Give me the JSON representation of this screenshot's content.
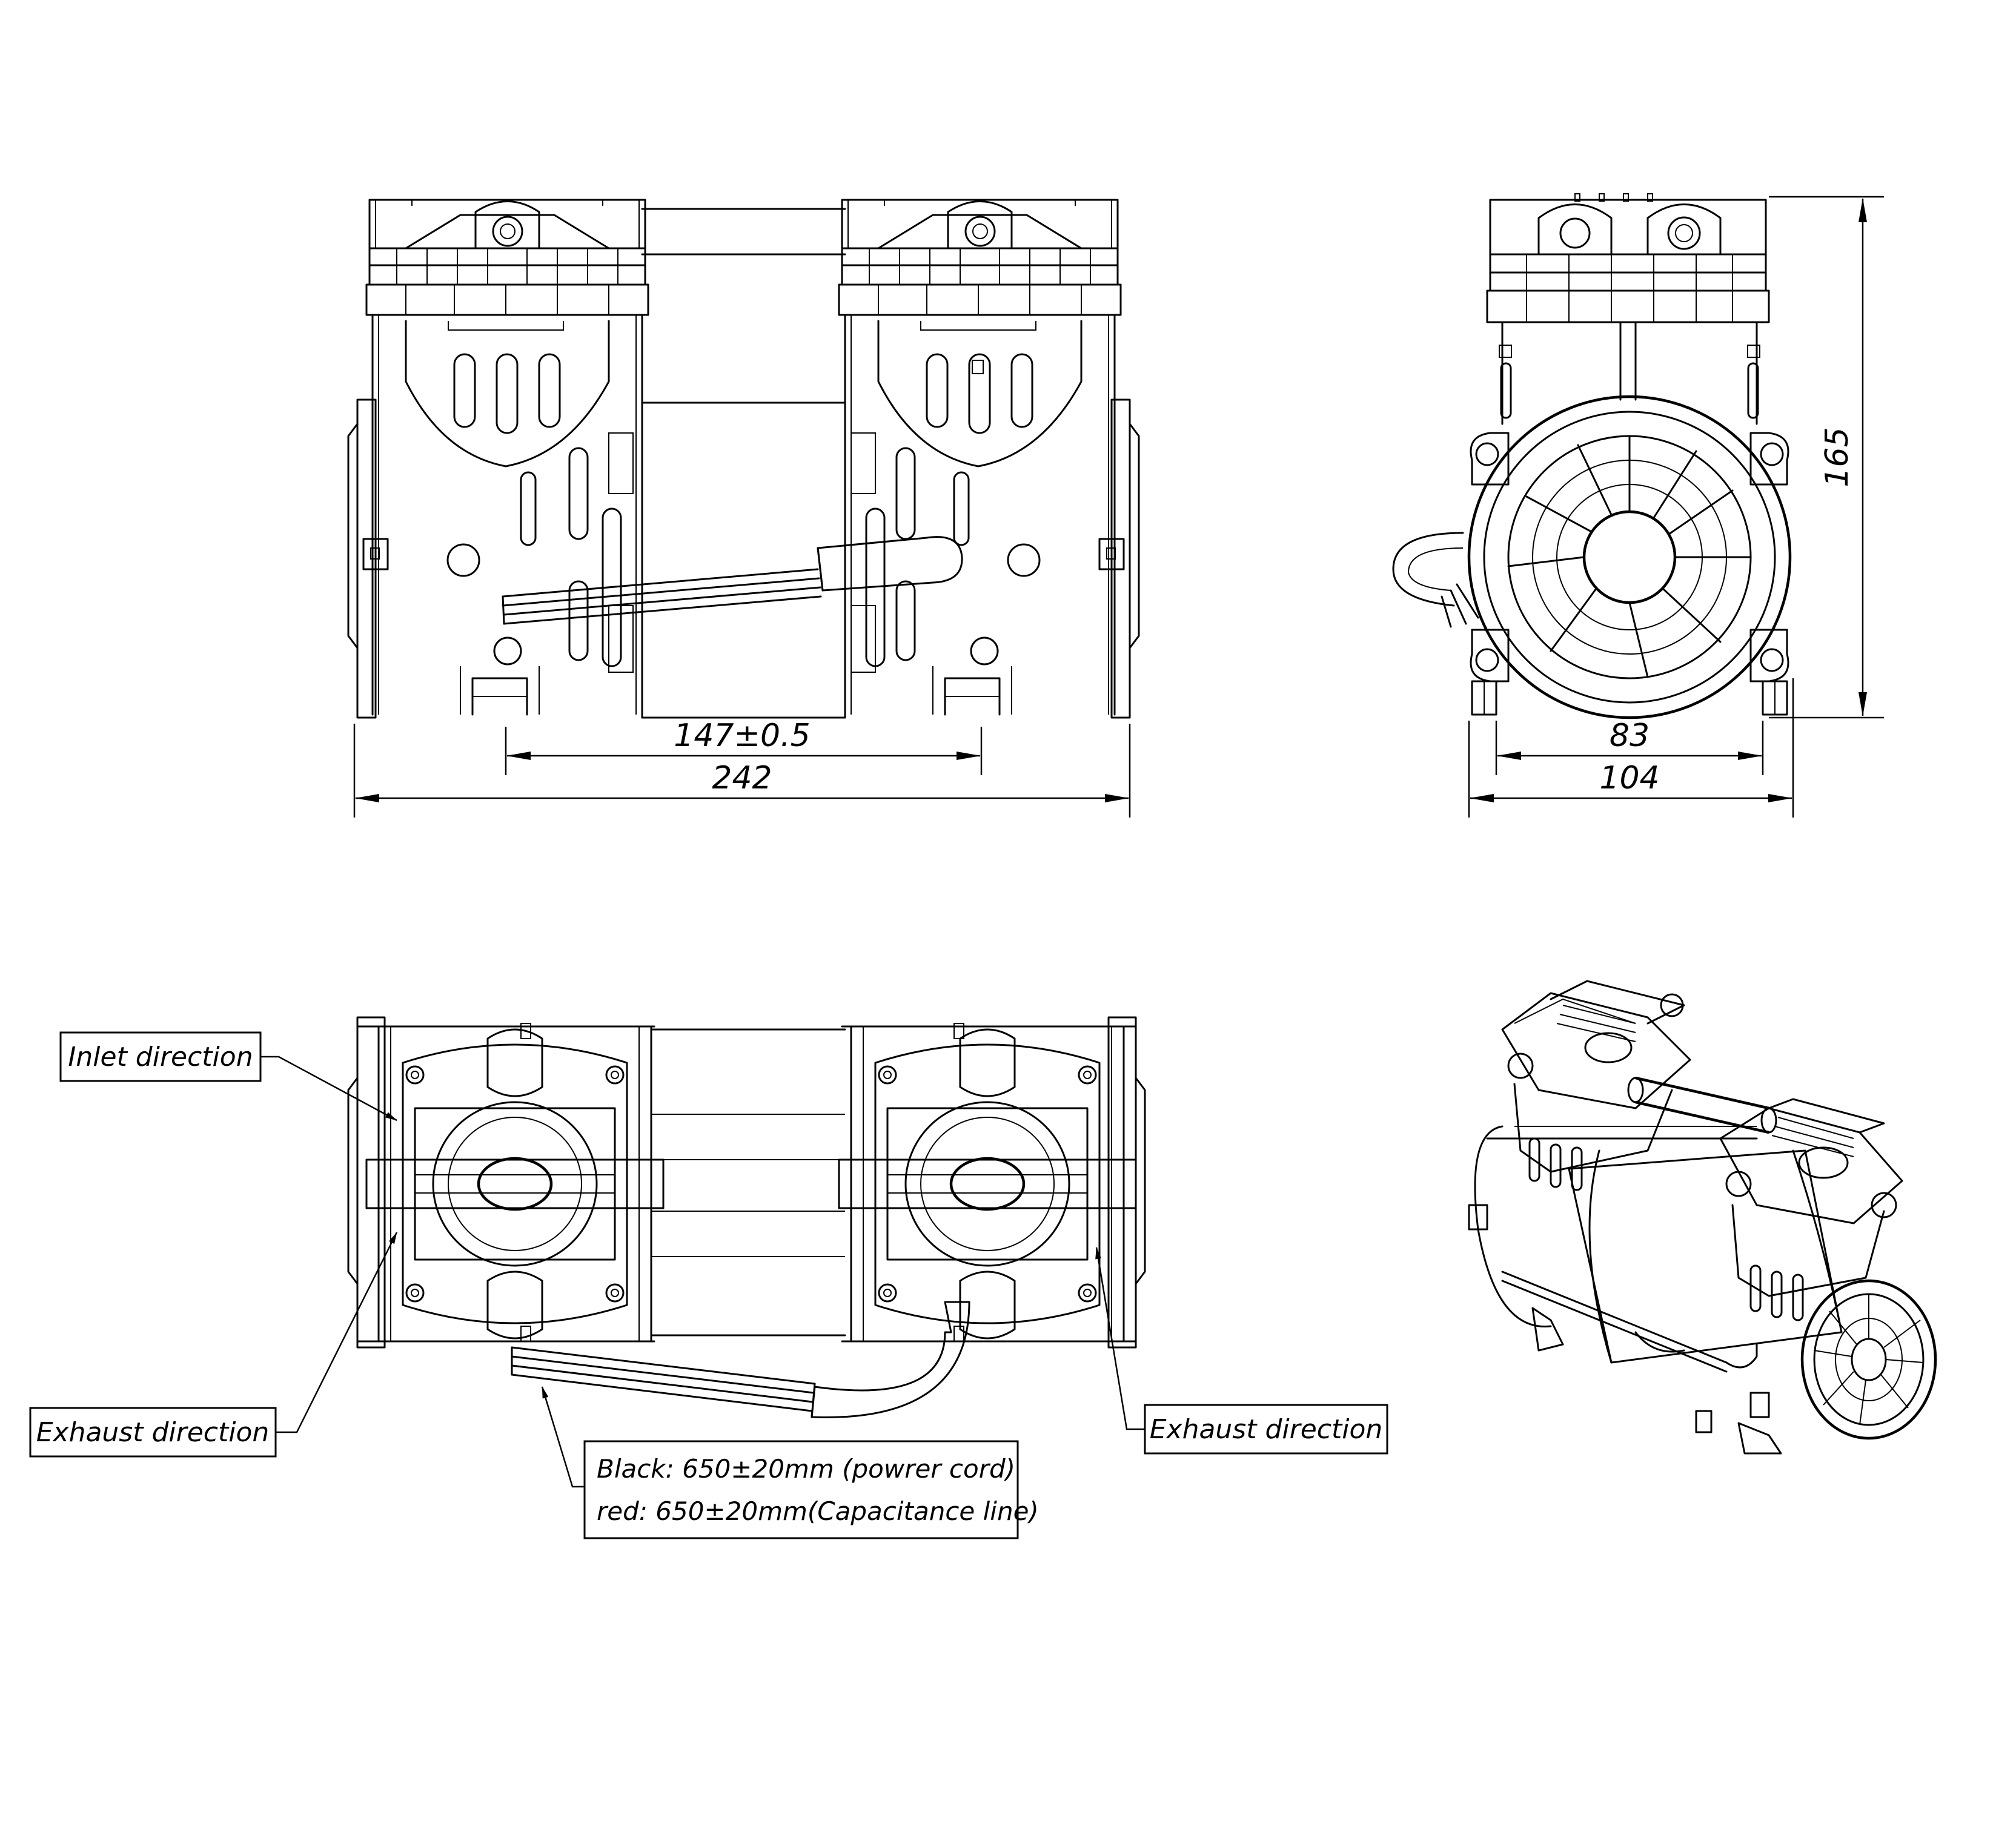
{
  "dimensions": {
    "center_spacing": "147±0.5",
    "overall_length": "242",
    "overall_height": "165",
    "mount_width": "83",
    "overall_width": "104"
  },
  "callouts": {
    "inlet": "Inlet direction",
    "exhaust_left": "Exhaust direction",
    "exhaust_right": "Exhaust direction",
    "cable_line1": "Black: 650±20mm (powrer cord)",
    "cable_line2": "red: 650±20mm(Capacitance line)"
  }
}
